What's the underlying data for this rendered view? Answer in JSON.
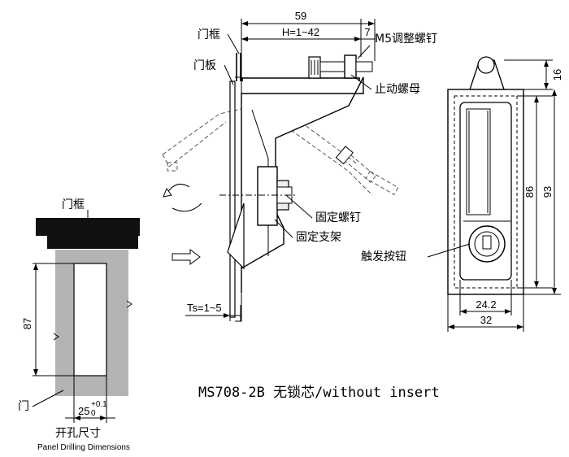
{
  "labels": {
    "door_frame_top": "门框",
    "door_panel": "门板",
    "m5_screw": "M5调整螺钉",
    "stop_nut": "止动螺母",
    "fixing_screw": "固定螺钉",
    "fixing_bracket": "固定支架",
    "trigger_button": "触发按钮",
    "door_frame_left": "门框",
    "door": "门",
    "cutout_cn": "开孔尺寸",
    "cutout_en": "Panel Drilling Dimensions",
    "title": "MS708-2B 无锁芯/without insert"
  },
  "dimensions": {
    "overall_59": "59",
    "h_range": "H=1~42",
    "seven": "7",
    "ts_range": "Ts=1~5",
    "d16": "16",
    "d86": "86",
    "d93": "93",
    "d24_2": "24.2",
    "d32": "32",
    "d87": "87",
    "d25": "25",
    "tol_plus": "+0.1",
    "tol_zero": "0"
  }
}
